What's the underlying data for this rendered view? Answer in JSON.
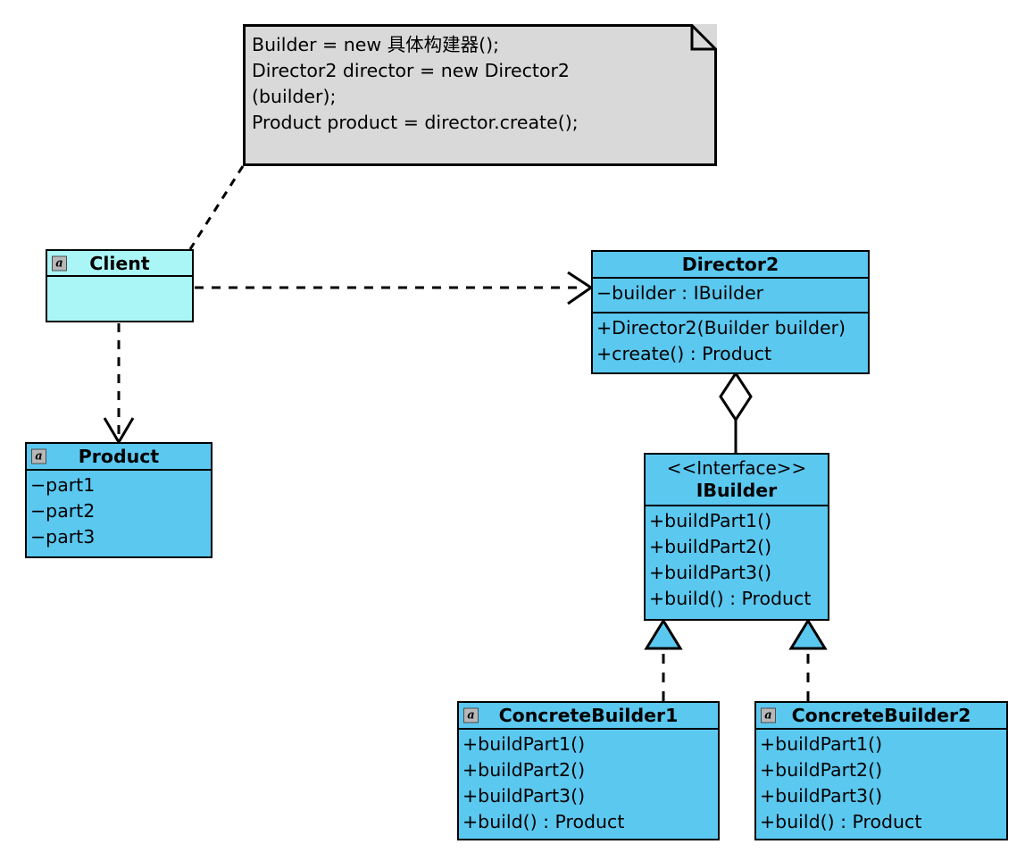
{
  "diagram": {
    "title": "Builder Pattern UML Class Diagram",
    "background": "#ffffff",
    "accent_fill": "#5bc8f0",
    "light_fill": "#aaf5f5",
    "note_fill": "#d9d9d9",
    "stroke": "#000000"
  },
  "note": {
    "text": "Builder = new 具体构建器();\nDirector2 director = new Director2\n(builder);\nProduct product = director.create();",
    "lines": [
      "Builder = new 具体构建器();",
      "Director2 director = new Director2",
      "(builder);",
      "Product product = director.create();"
    ]
  },
  "classes": {
    "client": {
      "name": "Client",
      "icon": "class-icon",
      "icon_glyph": "a",
      "fill": "#aaf5f5",
      "attributes": [],
      "operations": []
    },
    "product": {
      "name": "Product",
      "icon": "class-icon",
      "icon_glyph": "a",
      "fill": "#5bc8f0",
      "attributes": [
        "−part1",
        "−part2",
        "−part3"
      ],
      "operations": []
    },
    "director2": {
      "name": "Director2",
      "icon": null,
      "fill": "#5bc8f0",
      "attributes": [
        "−builder : IBuilder"
      ],
      "operations": [
        "+Director2(Builder builder)",
        "+create() : Product"
      ]
    },
    "ibuilder": {
      "stereotype": "<<Interface>>",
      "name": "IBuilder",
      "icon": null,
      "fill": "#5bc8f0",
      "attributes": [],
      "operations": [
        "+buildPart1()",
        "+buildPart2()",
        "+buildPart3()",
        "+build() : Product"
      ]
    },
    "concrete_builder_1": {
      "name": "ConcreteBuilder1",
      "icon": "class-icon",
      "icon_glyph": "a",
      "fill": "#5bc8f0",
      "attributes": [],
      "operations": [
        "+buildPart1()",
        "+buildPart2()",
        "+buildPart3()",
        "+build() : Product"
      ]
    },
    "concrete_builder_2": {
      "name": "ConcreteBuilder2",
      "icon": "class-icon",
      "icon_glyph": "a",
      "fill": "#5bc8f0",
      "attributes": [],
      "operations": [
        "+buildPart1()",
        "+buildPart2()",
        "+buildPart3()",
        "+build() : Product"
      ]
    }
  },
  "relationships": [
    {
      "id": "note-anchor",
      "type": "note-link",
      "from": "note",
      "to": "client",
      "style": "dashed",
      "arrow": "none"
    },
    {
      "id": "client-director2",
      "type": "dependency",
      "from": "client",
      "to": "director2",
      "style": "dashed",
      "arrow": "open"
    },
    {
      "id": "client-product",
      "type": "dependency",
      "from": "client",
      "to": "product",
      "style": "dashed",
      "arrow": "open"
    },
    {
      "id": "director2-ibuilder",
      "type": "aggregation",
      "from": "director2",
      "to": "ibuilder",
      "style": "solid",
      "arrow": "hollow-diamond"
    },
    {
      "id": "cb1-ibuilder",
      "type": "realization",
      "from": "concrete_builder_1",
      "to": "ibuilder",
      "style": "dashed",
      "arrow": "hollow-triangle"
    },
    {
      "id": "cb2-ibuilder",
      "type": "realization",
      "from": "concrete_builder_2",
      "to": "ibuilder",
      "style": "dashed",
      "arrow": "hollow-triangle"
    }
  ]
}
